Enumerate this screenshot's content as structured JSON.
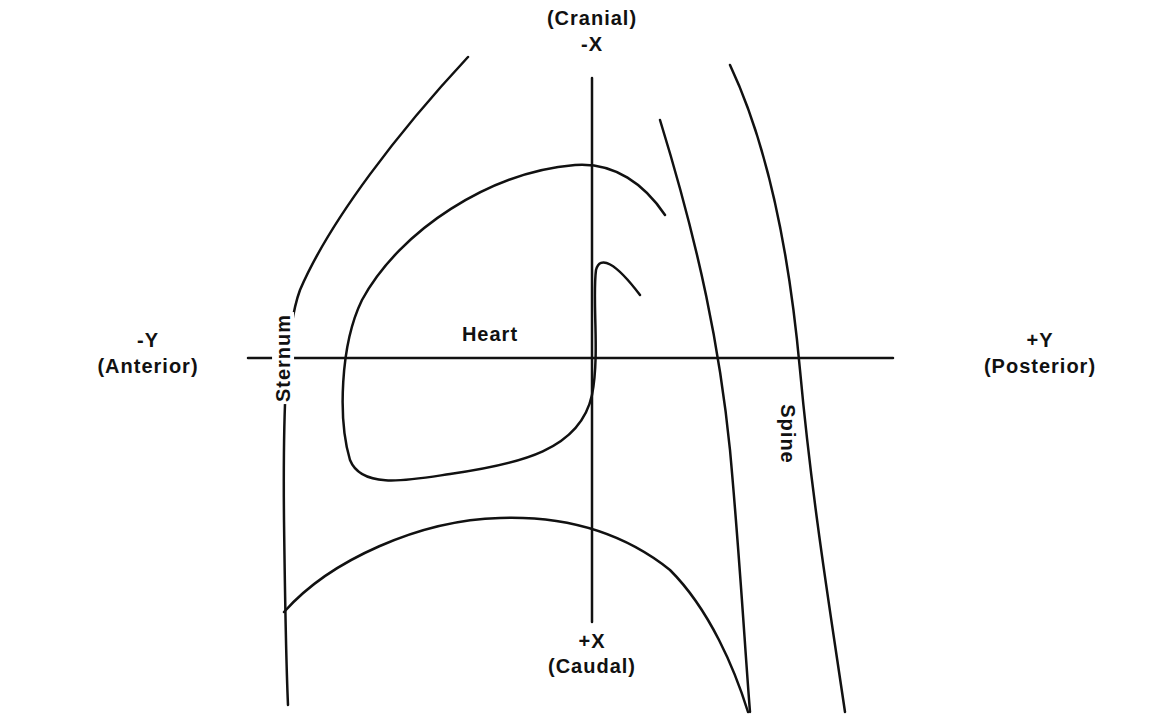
{
  "diagram": {
    "labels": [
      "(Cranial)",
      "-X",
      "+X",
      "(Caudal)",
      "-Y",
      "(Anterior)",
      "+Y",
      "(Posterior)",
      "Heart",
      "Sternum",
      "Spine"
    ]
  }
}
